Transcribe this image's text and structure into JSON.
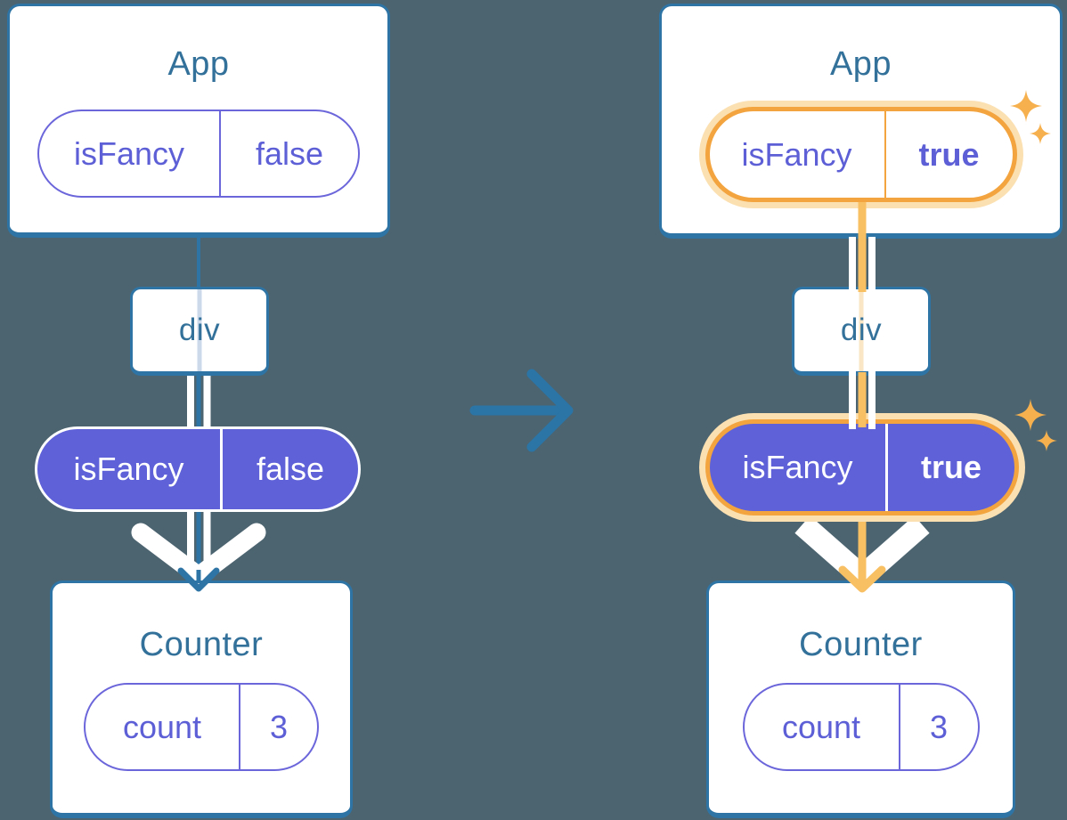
{
  "colors": {
    "bg": "#4C6470",
    "blue": "#2E74A4",
    "title": "#33719A",
    "purple": "#5E61D8",
    "purple-border": "#6C66DB",
    "purple-text": "#5D5FD6",
    "orange": "#F3A43E",
    "orange-line": "#F8BF63",
    "halo": "#FBE0B2",
    "lavender": "#CBD9EB",
    "peach": "#FAE5C4"
  },
  "left_tree": {
    "app": {
      "title": "App",
      "pill": {
        "key": "isFancy",
        "value": "false"
      }
    },
    "container": {
      "title": "div"
    },
    "prop_pill": {
      "key": "isFancy",
      "value": "false"
    },
    "counter": {
      "title": "Counter",
      "pill": {
        "key": "count",
        "value": "3"
      }
    }
  },
  "right_tree": {
    "app": {
      "title": "App",
      "pill": {
        "key": "isFancy",
        "value": "true"
      }
    },
    "container": {
      "title": "div"
    },
    "prop_pill": {
      "key": "isFancy",
      "value": "true"
    },
    "counter": {
      "title": "Counter",
      "pill": {
        "key": "count",
        "value": "3"
      }
    }
  }
}
